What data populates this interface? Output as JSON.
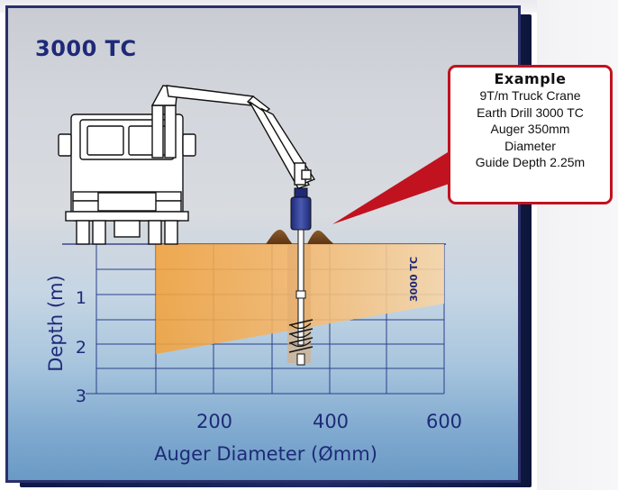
{
  "title": "3000 TC",
  "callout": {
    "heading": "Example",
    "lines": [
      "9T/m Truck Crane",
      "Earth Drill 3000 TC",
      "Auger 350mm",
      "Diameter",
      "Guide Depth 2.25m"
    ]
  },
  "chart_data": {
    "type": "area",
    "xlabel": "Auger Diameter (Ømm)",
    "ylabel": "Depth (m)",
    "x_ticks": [
      "200",
      "400",
      "600"
    ],
    "y_ticks": [
      "1",
      "2",
      "3"
    ],
    "xlim": [
      0,
      600
    ],
    "ylim": [
      0,
      3
    ],
    "series": [
      {
        "name": "3000 TC",
        "polygon": [
          [
            110,
            0
          ],
          [
            600,
            0
          ],
          [
            600,
            1.2
          ],
          [
            110,
            2.2
          ]
        ]
      }
    ],
    "example_point": {
      "diameter": 350,
      "depth": 2.25
    }
  },
  "colors": {
    "title": "#1e2a78",
    "band_strong": "#f2a23c",
    "band_light": "#f7d6a8",
    "callout_border": "#c1121f",
    "frame": "#2a2f6a"
  }
}
